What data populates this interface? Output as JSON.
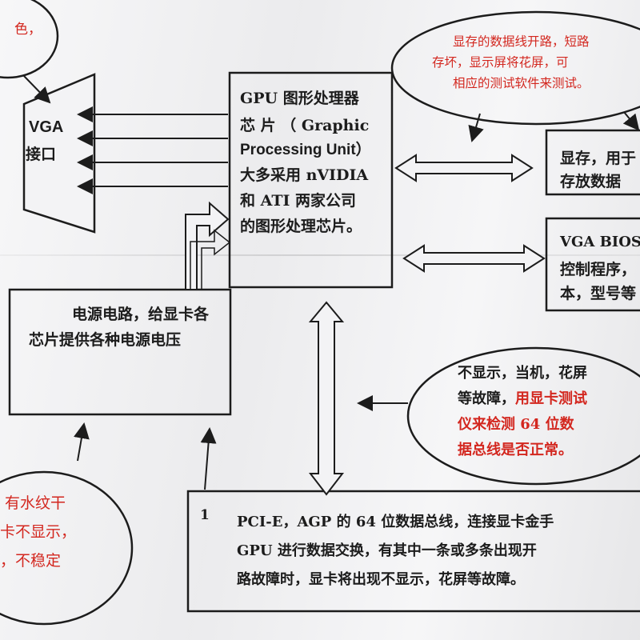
{
  "gpu_box": {
    "line1": "GPU 图形处理器",
    "line2": "芯 片 （ Graphic",
    "line3": "Processing Unit）",
    "line4": "大多采用 nVIDIA",
    "line5": "和 ATI 两家公司",
    "line6": "的图形处理芯片。"
  },
  "vga_port": {
    "line1": "VGA",
    "line2": "接口"
  },
  "vram_box": {
    "line1": "显存，用于",
    "line2": "存放数据"
  },
  "bios_box": {
    "line1": "VGA BIOS",
    "line2": "控制程序，",
    "line3": "本，型号等"
  },
  "power_box": {
    "line1": "电源电路，给显卡各",
    "line2": "芯片提供各种电源电压"
  },
  "bus_box": {
    "number": "1",
    "line1": "PCI-E，AGP 的 64 位数据总线，连接显卡金手",
    "line2": "GPU 进行数据交换，有其中一条或多条出现开",
    "line3": "路故障时，显卡将出现不显示，花屏等故障。"
  },
  "note_top_left": {
    "line1": "色，"
  },
  "note_top_right": {
    "line1": "显存的数据线开路，短路",
    "line2": "存坏，显示屏将花屏，可",
    "line3": "相应的测试软件来测试。"
  },
  "note_right": {
    "line1_black": "不显示，当机，花屏",
    "line2_black": "等故障，",
    "line2_red": "用显卡测试",
    "line3": "仪来检测 64 位数",
    "line4": "据总线是否正常。"
  },
  "note_bottom_left": {
    "line1": "有水纹干",
    "line2": "卡不显示，",
    "line3": "，不稳定"
  },
  "colors": {
    "red_ink": "#d3271f",
    "black_ink": "#1c1c1c",
    "paper": "#f3f3f5"
  }
}
